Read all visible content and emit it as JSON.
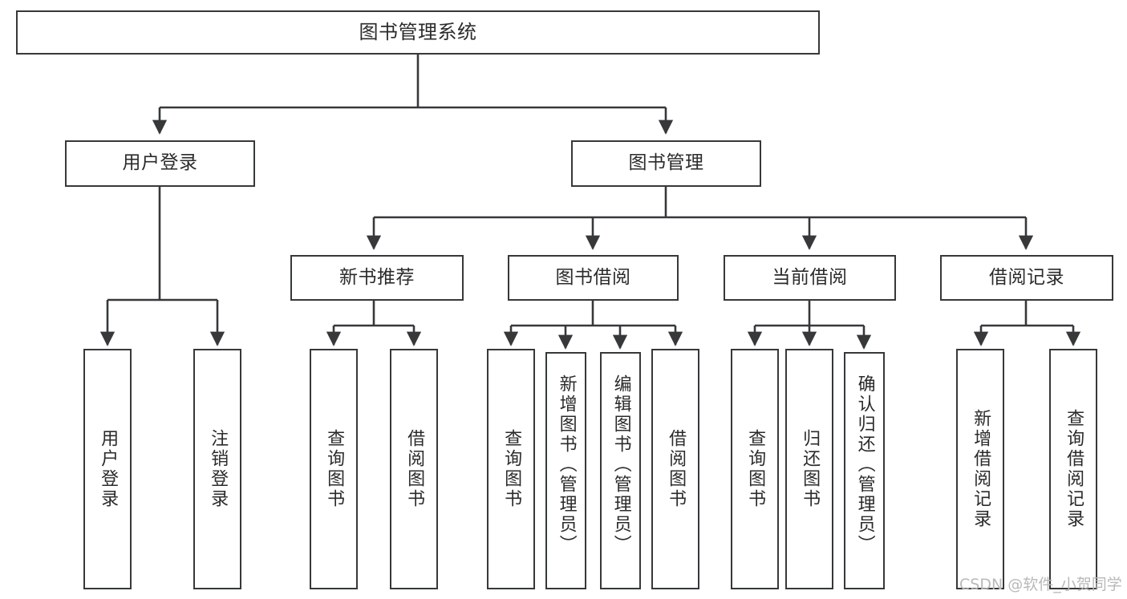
{
  "diagram": {
    "title_node": {
      "label": "图书管理系统"
    },
    "level1": [
      {
        "label": "用户登录"
      },
      {
        "label": "图书管理"
      }
    ],
    "level2": [
      {
        "label": "新书推荐"
      },
      {
        "label": "图书借阅"
      },
      {
        "label": "当前借阅"
      },
      {
        "label": "借阅记录"
      }
    ],
    "leaves": {
      "user_login": [
        {
          "label": "用户登录"
        },
        {
          "label": "注销登录"
        }
      ],
      "new_book": [
        {
          "label": "查询图书"
        },
        {
          "label": "借阅图书"
        }
      ],
      "borrow_book": [
        {
          "label": "查询图书"
        },
        {
          "label": "新增图书（管理员）"
        },
        {
          "label": "编辑图书（管理员）"
        },
        {
          "label": "借阅图书"
        }
      ],
      "current_borrow": [
        {
          "label": "查询图书"
        },
        {
          "label": "归还图书"
        },
        {
          "label": "确认归还（管理员）"
        }
      ],
      "borrow_record": [
        {
          "label": "新增借阅记录"
        },
        {
          "label": "查询借阅记录"
        }
      ]
    }
  },
  "watermark": {
    "text": "CSDN @软件_小贺同学"
  },
  "colors": {
    "stroke": "#36383a",
    "text": "#2b2b2b",
    "background": "#ffffff",
    "watermark": "#b9b9b9"
  }
}
